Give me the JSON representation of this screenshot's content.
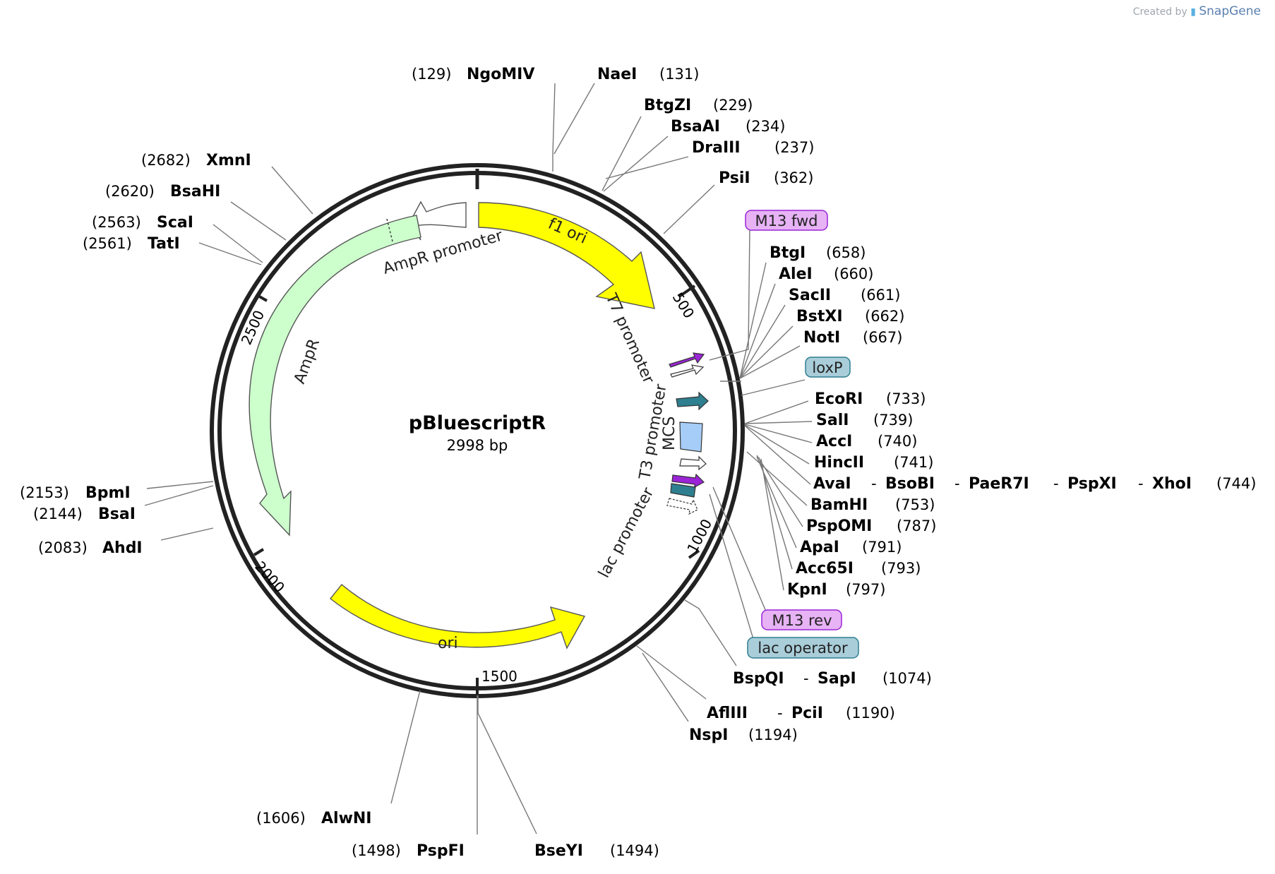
{
  "watermark": {
    "prefix": "Created by",
    "brand": "SnapGene"
  },
  "plasmid": {
    "name": "pBluescriptR",
    "size_label": "2998 bp"
  },
  "ticks": [
    "500",
    "1000",
    "1500",
    "2000",
    "2500"
  ],
  "features": {
    "f1_ori": "f1 ori",
    "ori": "ori",
    "ampr": "AmpR",
    "ampr_promoter": "AmpR promoter",
    "t7_promoter": "T7 promoter",
    "mcs": "MCS",
    "t3_promoter": "T3 promoter",
    "lac_promoter": "lac promoter"
  },
  "boxes": {
    "m13_fwd": "M13 fwd",
    "loxp": "loxP",
    "m13_rev": "M13 rev",
    "lac_operator": "lac operator"
  },
  "colors": {
    "yellow": "#ffff00",
    "ampr_green": "#ccffcc",
    "primer_purple": "#e7b3f5",
    "loxp_teal": "#a9cdd9",
    "mcs_blue": "#a6cdf7",
    "teal_arrow": "#2e7f8f",
    "purple_arrow": "#9a24d6"
  },
  "sites": {
    "ngomiv": {
      "name": "NgoMIV",
      "pos": "(129)"
    },
    "naei": {
      "name": "NaeI",
      "pos": "(131)"
    },
    "btgzi": {
      "name": "BtgZI",
      "pos": "(229)"
    },
    "bsaai": {
      "name": "BsaAI",
      "pos": "(234)"
    },
    "draiii": {
      "name": "DraIII",
      "pos": "(237)"
    },
    "psii": {
      "name": "PsiI",
      "pos": "(362)"
    },
    "btgi": {
      "name": "BtgI",
      "pos": "(658)"
    },
    "alei": {
      "name": "AleI",
      "pos": "(660)"
    },
    "sacii": {
      "name": "SacII",
      "pos": "(661)"
    },
    "bstxi": {
      "name": "BstXI",
      "pos": "(662)"
    },
    "noti": {
      "name": "NotI",
      "pos": "(667)"
    },
    "ecori": {
      "name": "EcoRI",
      "pos": "(733)"
    },
    "sali": {
      "name": "SalI",
      "pos": "(739)"
    },
    "acci": {
      "name": "AccI",
      "pos": "(740)"
    },
    "hincii": {
      "name": "HincII",
      "pos": "(741)"
    },
    "avai_group": {
      "names": [
        "AvaI",
        "BsoBI",
        "PaeR7I",
        "PspXI",
        "XhoI"
      ],
      "dash": "-",
      "pos": "(744)"
    },
    "bamhi": {
      "name": "BamHI",
      "pos": "(753)"
    },
    "pspomi": {
      "name": "PspOMI",
      "pos": "(787)"
    },
    "apai": {
      "name": "ApaI",
      "pos": "(791)"
    },
    "acc65i": {
      "name": "Acc65I",
      "pos": "(793)"
    },
    "kpni": {
      "name": "KpnI",
      "pos": "(797)"
    },
    "bspqi_sapi": {
      "names": [
        "BspQI",
        "SapI"
      ],
      "dash": "-",
      "pos": "(1074)"
    },
    "afliii_pcii": {
      "names": [
        "AflIII",
        "PciI"
      ],
      "dash": "-",
      "pos": "(1190)"
    },
    "nspi": {
      "name": "NspI",
      "pos": "(1194)"
    },
    "bseyi": {
      "name": "BseYI",
      "pos": "(1494)"
    },
    "pspfi": {
      "name": "PspFI",
      "pos": "(1498)"
    },
    "alwni": {
      "name": "AlwNI",
      "pos": "(1606)"
    },
    "ahdi": {
      "name": "AhdI",
      "pos": "(2083)"
    },
    "bsai": {
      "name": "BsaI",
      "pos": "(2144)"
    },
    "bpmi": {
      "name": "BpmI",
      "pos": "(2153)"
    },
    "tati": {
      "name": "TatI",
      "pos": "(2561)"
    },
    "scai": {
      "name": "ScaI",
      "pos": "(2563)"
    },
    "bsahi": {
      "name": "BsaHI",
      "pos": "(2620)"
    },
    "xmni": {
      "name": "XmnI",
      "pos": "(2682)"
    }
  }
}
